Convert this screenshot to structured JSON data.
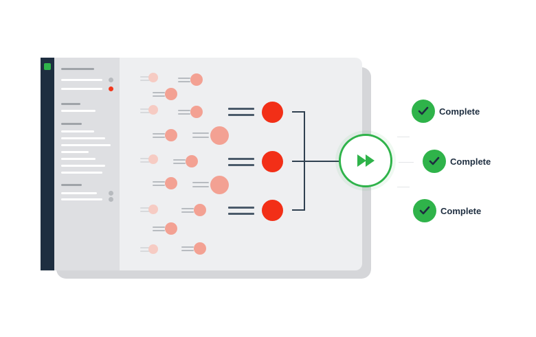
{
  "colors": {
    "accent_green": "#2fb34a",
    "node_red": "#f22f17",
    "node_mid": "#f3a193",
    "node_pale": "#f6cbc3",
    "rail_navy": "#1e2e40"
  },
  "workflow": {
    "action_icon": "fast-forward-icon",
    "statuses": [
      {
        "label": "Complete",
        "icon": "check-icon"
      },
      {
        "label": "Complete",
        "icon": "check-icon"
      },
      {
        "label": "Complete",
        "icon": "check-icon"
      }
    ]
  }
}
